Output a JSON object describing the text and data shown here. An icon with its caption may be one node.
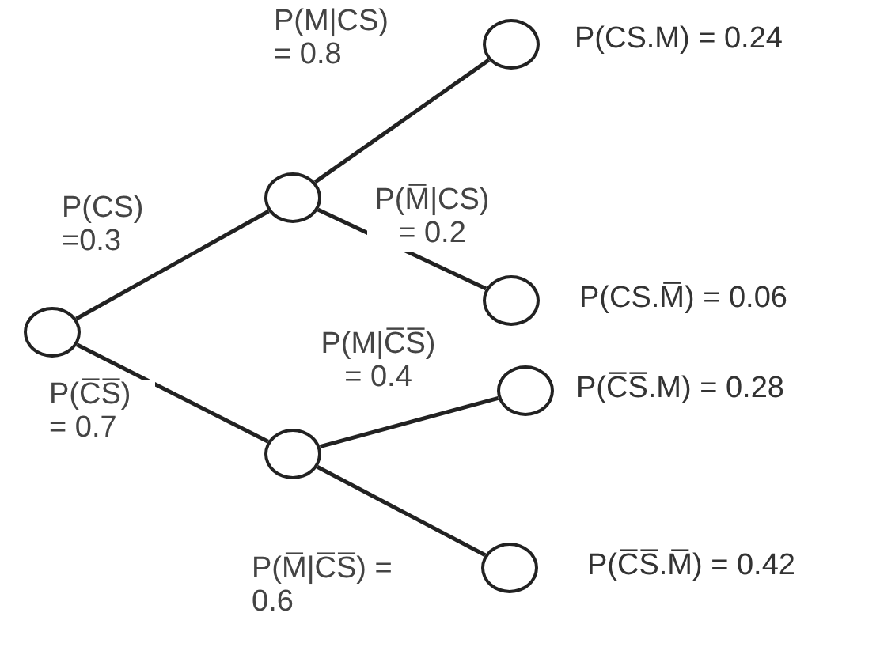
{
  "diagram": {
    "nodes": [
      {
        "text": [],
        "shape": "circle"
      },
      {
        "text": [],
        "shape": "circle"
      },
      {
        "text": [],
        "shape": "circle"
      },
      {
        "text": [],
        "shape": "circle",
        "beside": [
          "P(CS.M) = 0.24"
        ]
      },
      {
        "text": [],
        "shape": "circle",
        "beside": [
          "P(CS.M̅) = 0.06"
        ]
      },
      {
        "text": [],
        "shape": "circle",
        "beside": [
          "P(C̅S̅.M) = 0.28"
        ]
      },
      {
        "text": [],
        "shape": "circle",
        "beside": [
          "P(C̅S̅.M̅) = 0.42"
        ]
      }
    ],
    "edges": [
      {
        "from": 0,
        "to": 1,
        "arrow": "none",
        "label": "P(CS) =0.3"
      },
      {
        "from": 0,
        "to": 2,
        "arrow": "none",
        "label": "P(C̅S̅) = 0.7"
      },
      {
        "from": 1,
        "to": 3,
        "arrow": "none",
        "label": "P(M|CS) = 0.8"
      },
      {
        "from": 1,
        "to": 4,
        "arrow": "none",
        "label": "P(M̅|CS) = 0.2"
      },
      {
        "from": 2,
        "to": 5,
        "arrow": "none",
        "label": "P(M|C̅S̅) = 0.4"
      },
      {
        "from": 2,
        "to": 6,
        "arrow": "none",
        "label": "P(M̅|C̅S̅) = 0.6"
      }
    ]
  }
}
